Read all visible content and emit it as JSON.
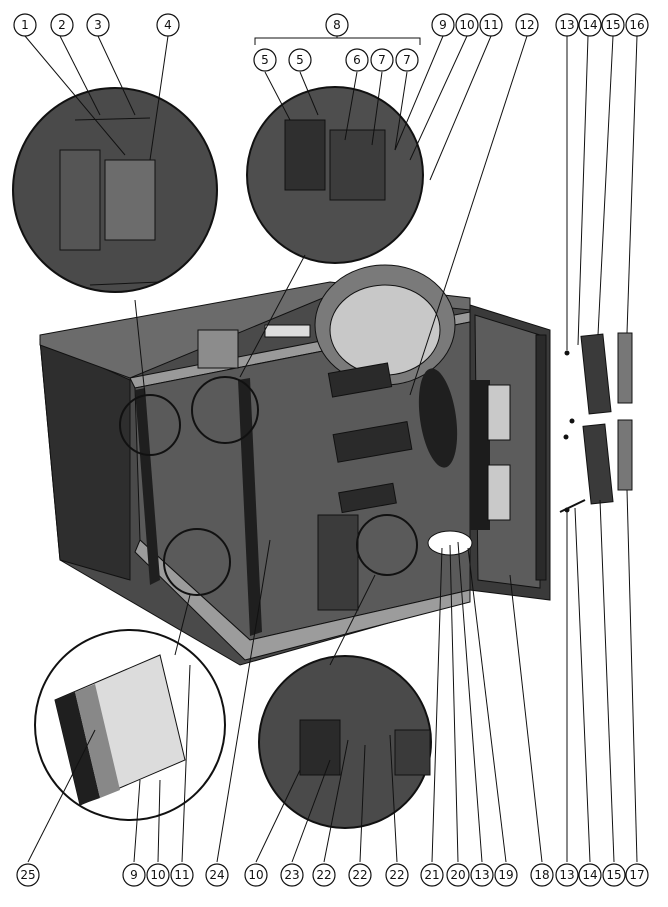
{
  "diagram": {
    "title": "",
    "callouts": [
      {
        "id": "c1",
        "label": "1"
      },
      {
        "id": "c2",
        "label": "2"
      },
      {
        "id": "c3",
        "label": "3"
      },
      {
        "id": "c4",
        "label": "4"
      },
      {
        "id": "c8",
        "label": "8"
      },
      {
        "id": "c5a",
        "label": "5"
      },
      {
        "id": "c5b",
        "label": "5"
      },
      {
        "id": "c6",
        "label": "6"
      },
      {
        "id": "c7a",
        "label": "7"
      },
      {
        "id": "c7b",
        "label": "7"
      },
      {
        "id": "c9t",
        "label": "9"
      },
      {
        "id": "c10t",
        "label": "10"
      },
      {
        "id": "c11t",
        "label": "11"
      },
      {
        "id": "c12",
        "label": "12"
      },
      {
        "id": "c13t",
        "label": "13"
      },
      {
        "id": "c14t",
        "label": "14"
      },
      {
        "id": "c15t",
        "label": "15"
      },
      {
        "id": "c16",
        "label": "16"
      },
      {
        "id": "c25",
        "label": "25"
      },
      {
        "id": "c9b",
        "label": "9"
      },
      {
        "id": "c10b",
        "label": "10"
      },
      {
        "id": "c11b",
        "label": "11"
      },
      {
        "id": "c24",
        "label": "24"
      },
      {
        "id": "c10c",
        "label": "10"
      },
      {
        "id": "c23",
        "label": "23"
      },
      {
        "id": "c22a",
        "label": "22"
      },
      {
        "id": "c22b",
        "label": "22"
      },
      {
        "id": "c22c",
        "label": "22"
      },
      {
        "id": "c21",
        "label": "21"
      },
      {
        "id": "c20",
        "label": "20"
      },
      {
        "id": "c13m",
        "label": "13"
      },
      {
        "id": "c19",
        "label": "19"
      },
      {
        "id": "c18",
        "label": "18"
      },
      {
        "id": "c13b",
        "label": "13"
      },
      {
        "id": "c14b",
        "label": "14"
      },
      {
        "id": "c15b",
        "label": "15"
      },
      {
        "id": "c17",
        "label": "17"
      }
    ],
    "colors": {
      "panel_dark": "#3a3a3a",
      "panel_mid": "#555555",
      "panel_light": "#8a8a8a",
      "metal": "#bdbdbd",
      "line": "#111111",
      "label_bg": "#ffffff"
    }
  }
}
